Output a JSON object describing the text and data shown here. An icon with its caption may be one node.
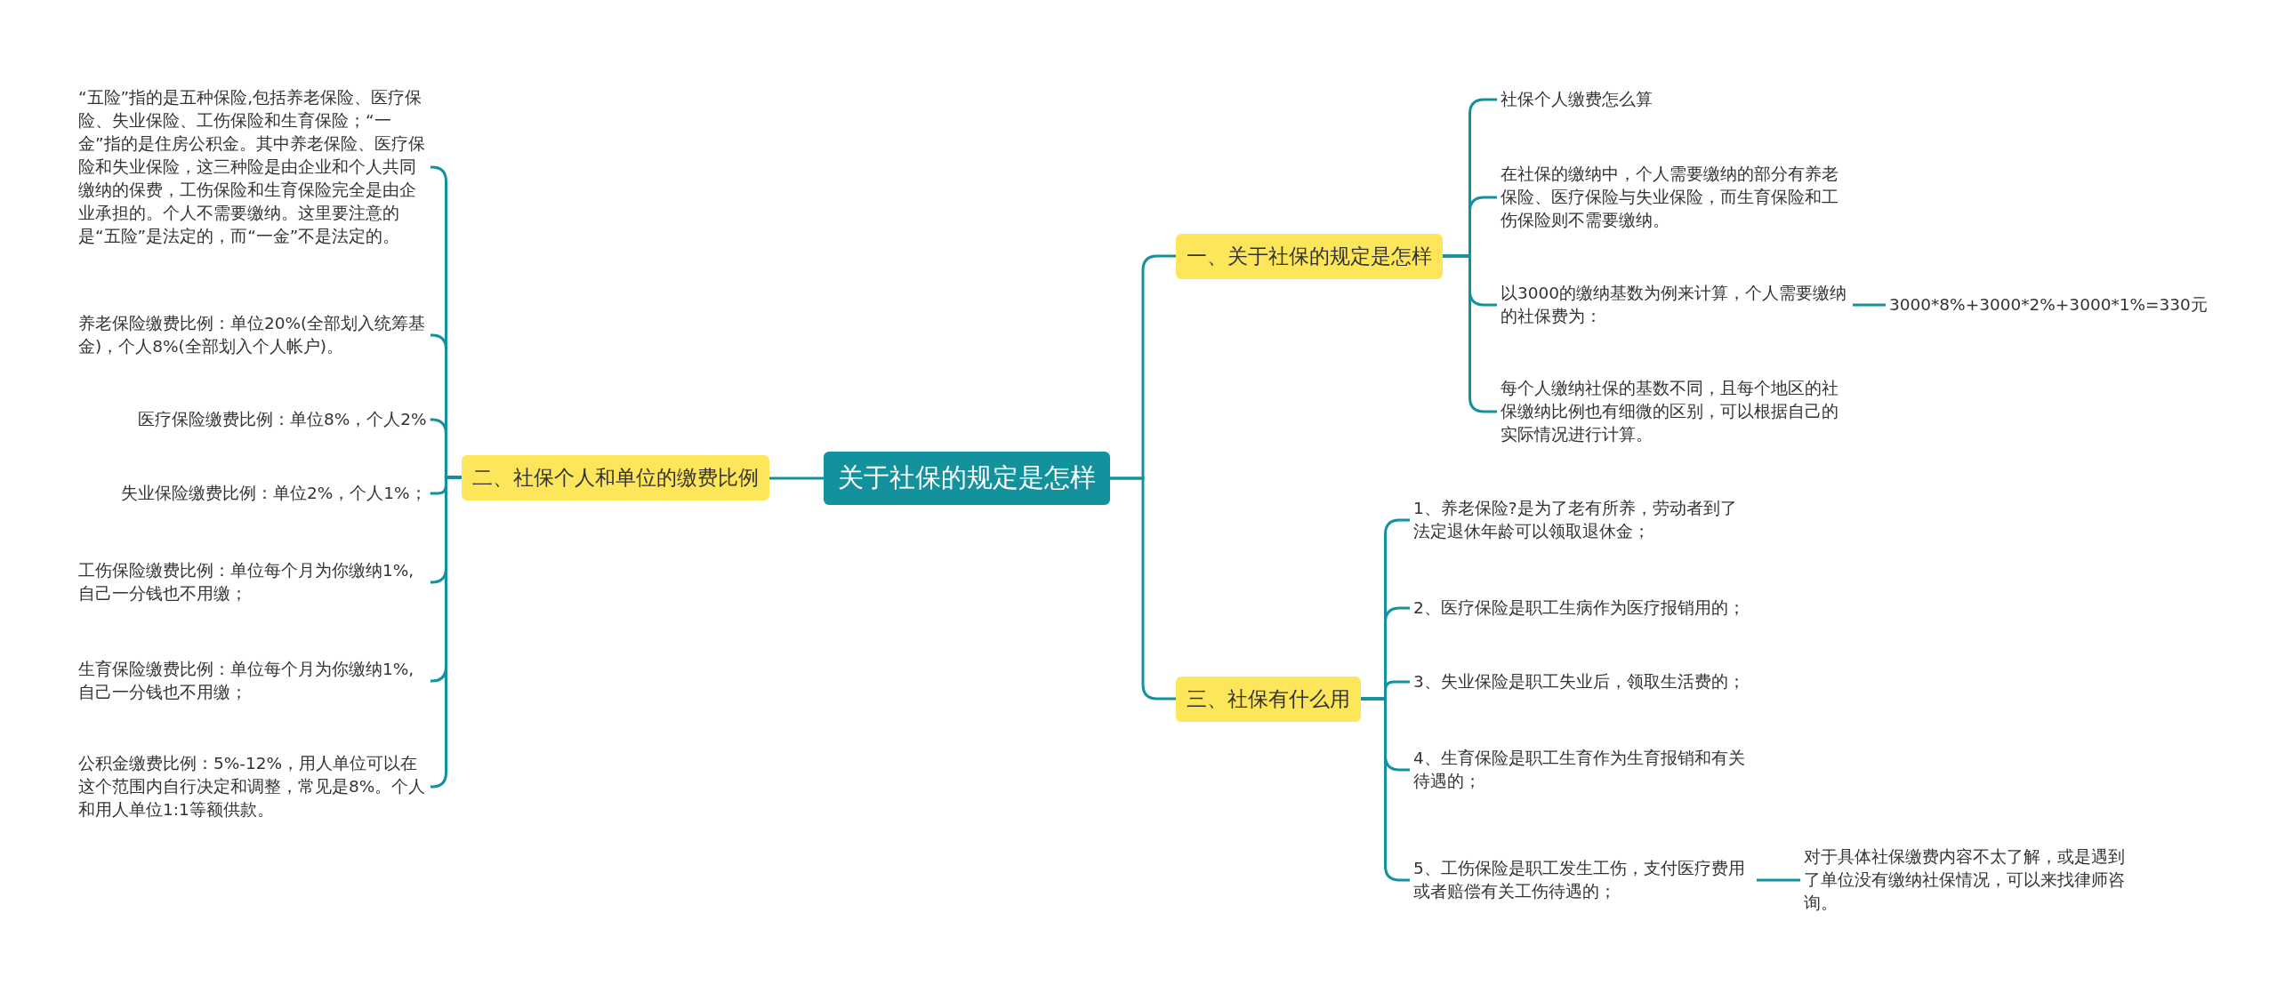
{
  "diagram": {
    "nodes": [
      {
        "text": [
          "关于社保的规定是怎样"
        ]
      },
      {
        "text": [
          "一、关于社保的规定是怎样"
        ]
      },
      {
        "text": [
          "二、社保个人和单位的缴费比例"
        ]
      },
      {
        "text": [
          "三、社保有什么用"
        ]
      },
      {
        "text": [
          "社保个人缴费怎么算"
        ]
      },
      {
        "text": [
          "在社保的缴纳中，个人需要缴纳的部分有养老保险、医疗保险与失业保险，而生育保险和工伤保险则不需要缴纳。"
        ]
      },
      {
        "text": [
          "以3000的缴纳基数为例来计算，个人需要缴纳的社保费为："
        ]
      },
      {
        "text": [
          "每个人缴纳社保的基数不同，且每个地区的社保缴纳比例也有细微的区别，可以根据自己的实际情况进行计算。"
        ]
      },
      {
        "text": [
          "3000*8%+3000*2%+3000*1%=330元"
        ]
      },
      {
        "text": [
          "1、养老保险?是为了老有所养，劳动者到了法定退休年龄可以领取退休金；"
        ]
      },
      {
        "text": [
          "2、医疗保险是职工生病作为医疗报销用的；"
        ]
      },
      {
        "text": [
          "3、失业保险是职工失业后，领取生活费的；"
        ]
      },
      {
        "text": [
          "4、生育保险是职工生育作为生育报销和有关待遇的；"
        ]
      },
      {
        "text": [
          "5、工伤保险是职工发生工伤，支付医疗费用或者赔偿有关工伤待遇的；"
        ]
      },
      {
        "text": [
          "对于具体社保缴费内容不太了解，或是遇到了单位没有缴纳社保情况，可以来找律师咨询。"
        ]
      },
      {
        "text": [
          "“五险”指的是五种保险,包括养老保险、医疗保险、失业保险、工伤保险和生育保险；“一金”指的是住房公积金。其中养老保险、医疗保险和失业保险，这三种险是由企业和个人共同缴纳的保费，工伤保险和生育保险完全是由企业承担的。个人不需要缴纳。这里要注意的是“五险”是法定的，而“一金”不是法定的。"
        ]
      },
      {
        "text": [
          "养老保险缴费比例：单位20%(全部划入统筹基金)，个人8%(全部划入个人帐户)。"
        ]
      },
      {
        "text": [
          "医疗保险缴费比例：单位8%，个人2%"
        ]
      },
      {
        "text": [
          "失业保险缴费比例：单位2%，个人1%；"
        ]
      },
      {
        "text": [
          "工伤保险缴费比例：单位每个月为你缴纳1%,自己一分钱也不用缴；"
        ]
      },
      {
        "text": [
          "生育保险缴费比例：单位每个月为你缴纳1%,自己一分钱也不用缴；"
        ]
      },
      {
        "text": [
          "公积金缴费比例：5%-12%，用人单位可以在这个范围内自行决定和调整，常见是8%。个人和用人单位1:1等额供款。"
        ]
      }
    ],
    "edges": [
      {
        "from": 0,
        "to": 1,
        "arrow": "none"
      },
      {
        "from": 0,
        "to": 2,
        "arrow": "none"
      },
      {
        "from": 0,
        "to": 3,
        "arrow": "none"
      },
      {
        "from": 1,
        "to": 4,
        "arrow": "none"
      },
      {
        "from": 1,
        "to": 5,
        "arrow": "none"
      },
      {
        "from": 1,
        "to": 6,
        "arrow": "none"
      },
      {
        "from": 1,
        "to": 7,
        "arrow": "none"
      },
      {
        "from": 6,
        "to": 8,
        "arrow": "none"
      },
      {
        "from": 3,
        "to": 9,
        "arrow": "none"
      },
      {
        "from": 3,
        "to": 10,
        "arrow": "none"
      },
      {
        "from": 3,
        "to": 11,
        "arrow": "none"
      },
      {
        "from": 3,
        "to": 12,
        "arrow": "none"
      },
      {
        "from": 3,
        "to": 13,
        "arrow": "none"
      },
      {
        "from": 13,
        "to": 14,
        "arrow": "none"
      },
      {
        "from": 2,
        "to": 15,
        "arrow": "none"
      },
      {
        "from": 2,
        "to": 16,
        "arrow": "none"
      },
      {
        "from": 2,
        "to": 17,
        "arrow": "none"
      },
      {
        "from": 2,
        "to": 18,
        "arrow": "none"
      },
      {
        "from": 2,
        "to": 19,
        "arrow": "none"
      },
      {
        "from": 2,
        "to": 20,
        "arrow": "none"
      },
      {
        "from": 2,
        "to": 21,
        "arrow": "none"
      }
    ]
  }
}
